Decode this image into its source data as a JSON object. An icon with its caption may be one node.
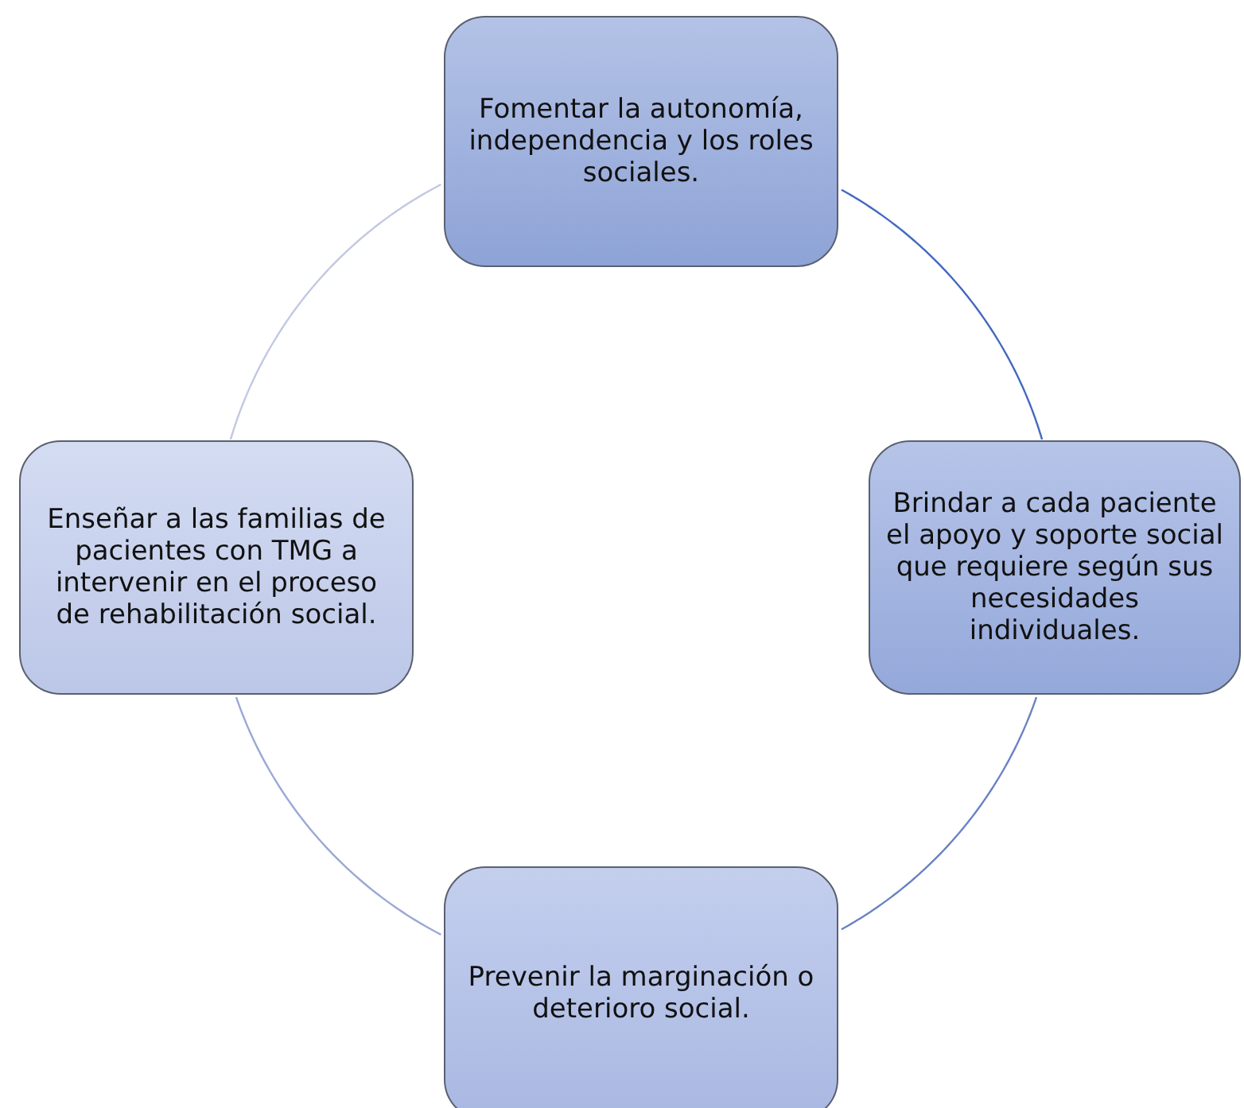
{
  "diagram": {
    "nodes": [
      {
        "text": [
          "Fomentar la autonomía, independencia y los roles sociales."
        ]
      },
      {
        "text": [
          "Brindar a cada paciente el apoyo y soporte social que requiere según sus necesidades individuales."
        ]
      },
      {
        "text": [
          "Prevenir la marginación o deterioro social."
        ]
      },
      {
        "text": [
          "Enseñar a las familias de pacientes con TMG a intervenir en el proceso de rehabilitación social."
        ]
      }
    ],
    "edges": [
      {
        "from": 0,
        "to": 1,
        "arrow": "none",
        "color": "#4468c0"
      },
      {
        "from": 1,
        "to": 2,
        "arrow": "none",
        "color": "#6a82c4"
      },
      {
        "from": 2,
        "to": 3,
        "arrow": "none",
        "color": "#9aa8d6"
      },
      {
        "from": 3,
        "to": 0,
        "arrow": "none",
        "color": "#c2c8e2"
      }
    ]
  }
}
